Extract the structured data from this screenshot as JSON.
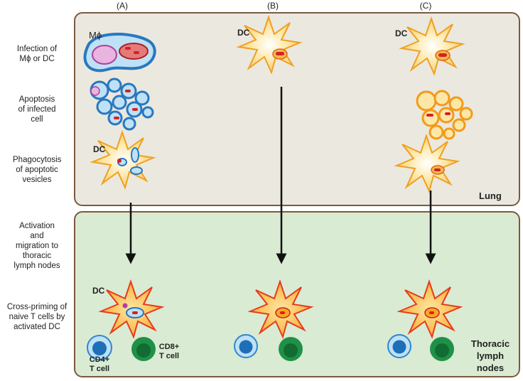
{
  "columns": [
    "(A)",
    "(B)",
    "(C)"
  ],
  "steps": [
    "Infection of Mϕ or DC",
    "Apoptosis of infected cell",
    "Phagocytosis of apoptotic vesicles",
    "Activation and migration to thoracic lymph nodes",
    "Cross-priming of naive T cells by activated DC"
  ],
  "regions": {
    "lung": "Lung",
    "lymph": "Thoracic lymph nodes"
  },
  "cell_labels": {
    "macrophage": "Mϕ",
    "dc": "DC",
    "cd4_line1": "CD4+",
    "cd4_line2": "T cell",
    "cd8_line1": "CD8+",
    "cd8_line2": "T cell"
  },
  "colors": {
    "lung_bg": "#ebe8df",
    "lymph_bg": "#d9ebd2",
    "border": "#7a5a3e",
    "macrophage": "#2878c0",
    "dc_fill": "#fbe39a",
    "activated_dc": "#f7a21d",
    "bacteria": "#d62027",
    "cd4": "#2e86cf",
    "cd8": "#1f9147"
  }
}
